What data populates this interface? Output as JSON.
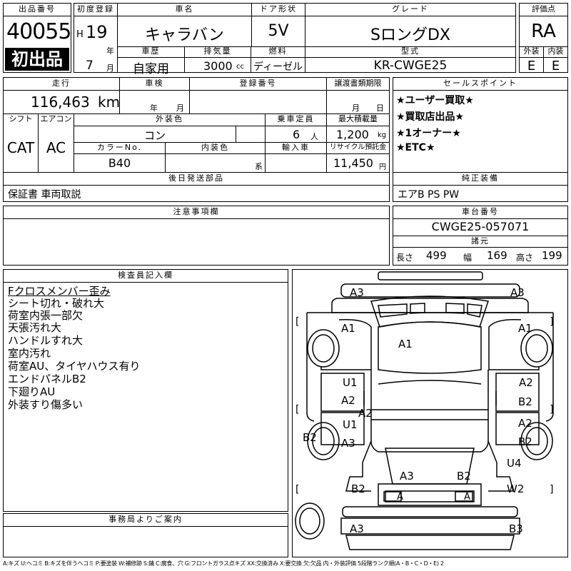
{
  "row1": {
    "lot_no_label": "出品番号",
    "lot_no": "40055",
    "first_listing": "初出品",
    "first_reg_label": "初度登録",
    "era": "H",
    "year": "19",
    "year_unit": "年",
    "month": "7",
    "month_unit": "月",
    "car_name_label": "車名",
    "car_name": "キャラバン",
    "door_label": "ドア形状",
    "door": "5V",
    "grade_label": "グレード",
    "grade": "SロングDX",
    "rating_label": "評価点",
    "rating": "RA",
    "history_label": "車歴",
    "history": "自家用",
    "displacement_label": "排気量",
    "displacement": "3000",
    "displacement_unit": "cc",
    "fuel_label": "燃料",
    "fuel": "ディーゼル",
    "model_label": "型式",
    "model": "KR-CWGE25",
    "exterior_label": "外装",
    "exterior": "E",
    "interior_label": "内装",
    "interior": "E"
  },
  "row2": {
    "mileage_label": "走行",
    "mileage": "116,463",
    "mileage_unit": "km",
    "inspection_label": "車検",
    "insp_year_unit": "年",
    "insp_month_unit": "月",
    "reg_no_label": "登録番号",
    "transfer_label": "譲渡書類期限",
    "transfer_month_unit": "月",
    "transfer_day_unit": "日",
    "shift_label": "シフト",
    "shift": "CAT",
    "ac_label": "エアコン",
    "ac": "AC",
    "ext_color_label": "外装色",
    "ext_color": "コン",
    "seats_label": "乗車定員",
    "seats": "6",
    "seats_unit": "人",
    "capacity_label": "最大積載量",
    "capacity": "1,200",
    "capacity_unit": "kg",
    "color_no_label": "カラーNo.",
    "color_no": "B40",
    "int_color_label": "内装色",
    "int_color_suffix": "系",
    "import_label": "輸入車",
    "recycle_label": "リサイクル預託金",
    "recycle": "11,450",
    "recycle_unit": "円",
    "selling_label": "セールスポイント",
    "selling_points": [
      "★ユーザー買取★",
      "★買取店出品★",
      "★1オーナー★",
      "★ETC★"
    ]
  },
  "row3": {
    "later_parts_label": "後日発送部品",
    "later_parts": "保証書 車両取説",
    "equipment_label": "純正装備",
    "equipment": "エアB PS PW",
    "notes_label": "注意事項欄",
    "chassis_label": "車台番号",
    "chassis": "CWGE25-057071",
    "dims_label": "諸元",
    "length_label": "長さ",
    "length": "499",
    "width_label": "幅",
    "width": "169",
    "height_label": "高さ",
    "height": "199"
  },
  "inspector": {
    "label": "検査員記入欄",
    "notes": [
      "Fクロスメンバー歪み",
      "シート切れ・破れ大",
      "荷室内張一部欠",
      "天張汚れ大",
      "ハンドルすれ大",
      "室内汚れ",
      "荷室AU、タイヤハウス有り",
      "エンドパネルB2",
      "下廻りAU",
      "外装すり傷多い"
    ]
  },
  "office": {
    "label": "事務局よりご案内"
  },
  "diagram": {
    "marks": [
      "A3",
      "A3",
      "A1",
      "A1",
      "A1",
      "U1",
      "A2",
      "A2",
      "B2",
      "A2",
      "U1",
      "A3",
      "B2",
      "A2",
      "B2",
      "U4",
      "A3",
      "B2",
      "B2",
      "W2",
      "A",
      "A",
      "A3",
      "B3"
    ],
    "brackets": [
      "[",
      "]",
      "[",
      "]",
      "[",
      "]"
    ]
  },
  "legend": "A:キズ U:ヘコミ B:キズを伴うヘコミ P:要塗装 W:補修跡 S:錆 C:腐食、穴 G:フロントガラス点キズ XX:交換済み X:要交換 欠:欠品 内・外装評価 5段階ランク順(A・B・C・D・E) 2"
}
